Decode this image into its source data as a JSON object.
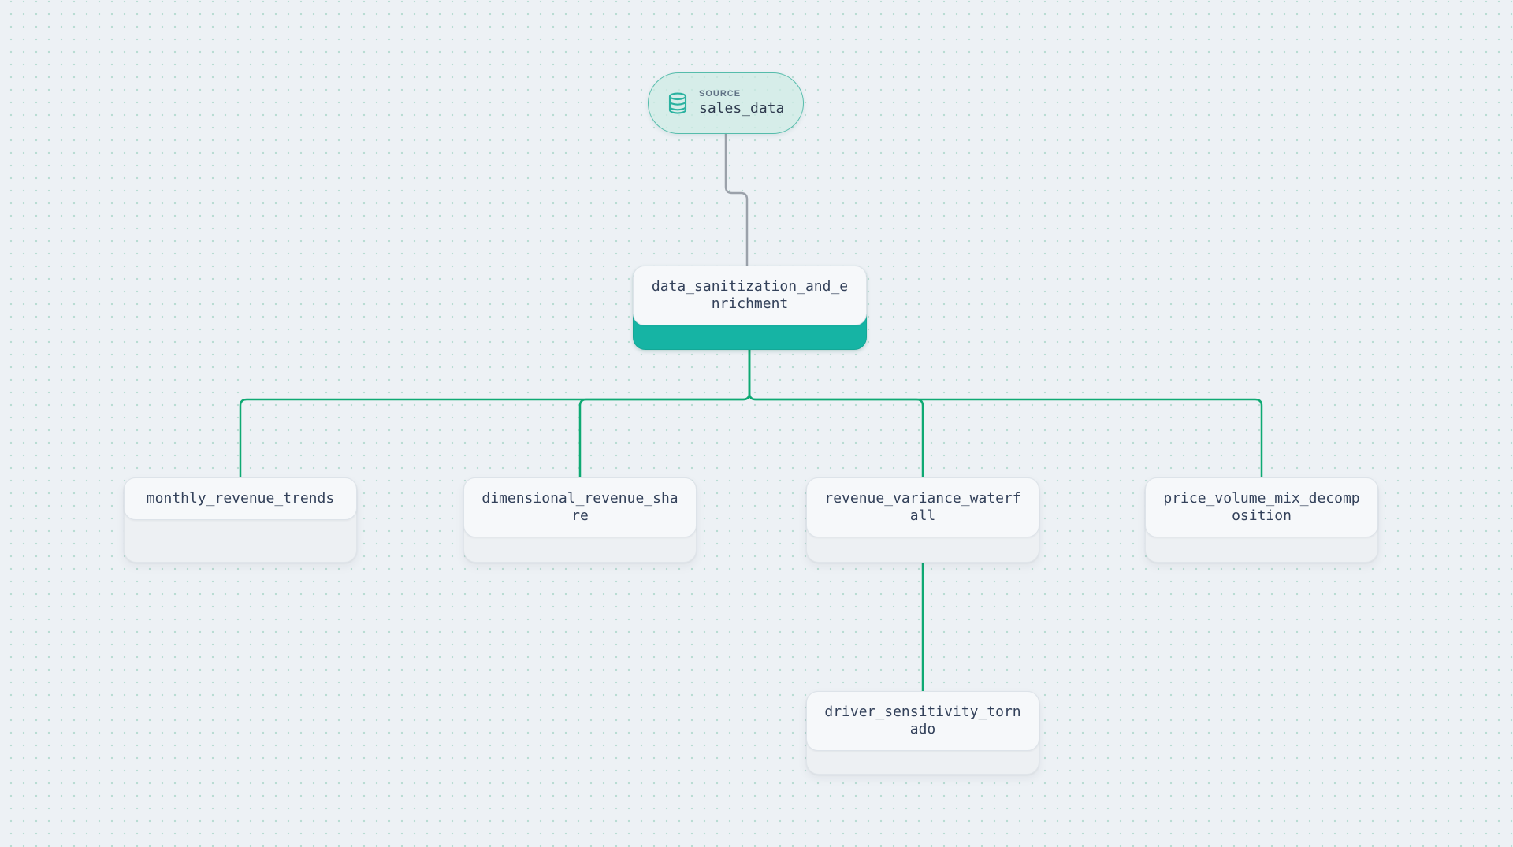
{
  "canvas": {
    "background_color": "#edf1f5",
    "dot_color": "#b9dcd3"
  },
  "colors": {
    "edge_green": "#0ea973",
    "edge_gray": "#9ba1aa",
    "accent_teal": "#16b4a4",
    "source_border": "#55bcab"
  },
  "nodes": {
    "source": {
      "type_label": "SOURCE",
      "title": "sales_data",
      "icon": "database-icon"
    },
    "transform": {
      "title": "data_sanitization_and_enrichment"
    },
    "children": [
      {
        "title": "monthly_revenue_trends"
      },
      {
        "title": "dimensional_revenue_share"
      },
      {
        "title": "revenue_variance_waterfall"
      },
      {
        "title": "price_volume_mix_decomposition"
      }
    ],
    "grandchild": {
      "title": "driver_sensitivity_tornado"
    }
  }
}
